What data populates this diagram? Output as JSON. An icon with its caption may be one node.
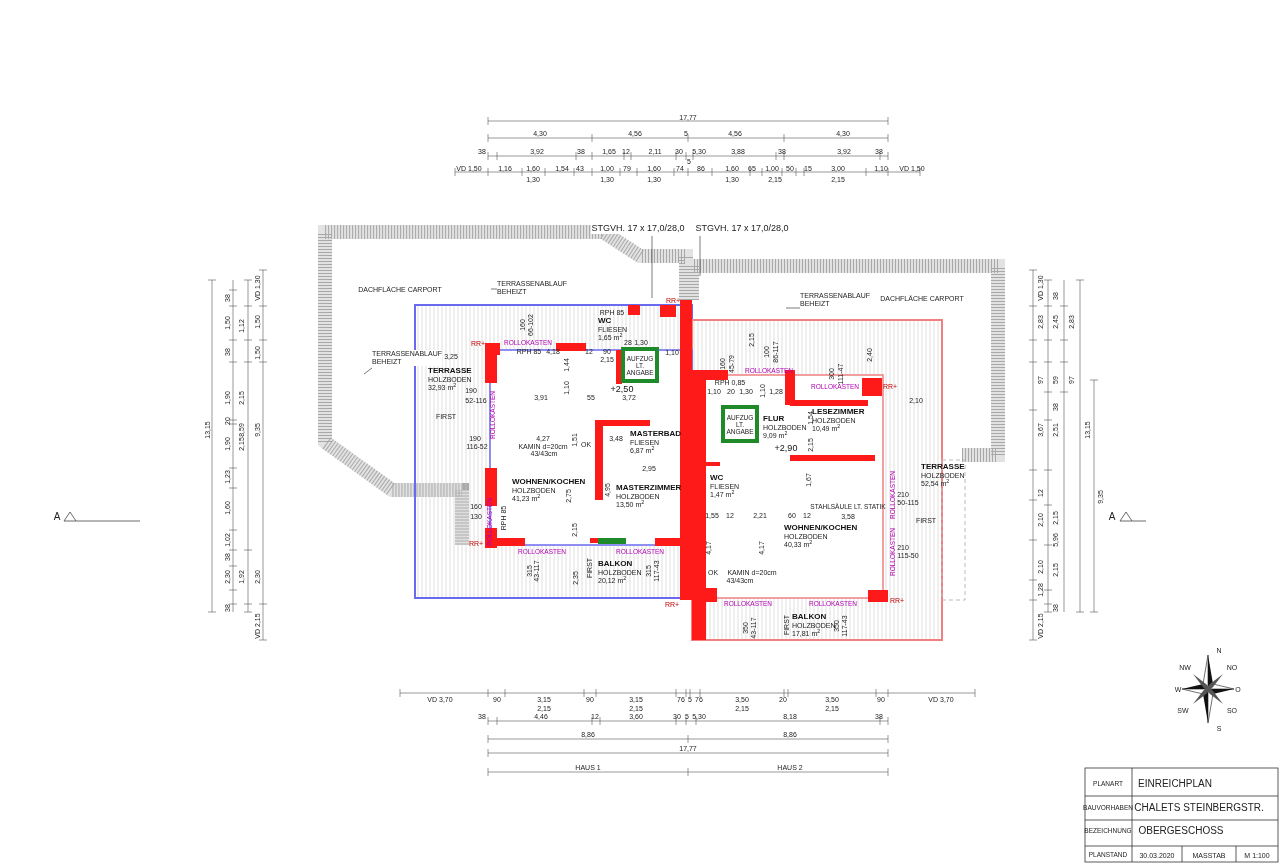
{
  "diagram": {
    "nodes": [
      {
        "text": [
          "TERRASSE",
          "HOLZBODEN",
          "32,93 m$^{2}$"
        ]
      },
      {
        "text": [
          "WC",
          "FLIESEN",
          "1,65 m$^{2}$"
        ]
      },
      {
        "text": [
          "AUFZUG LT. ANGABE"
        ]
      },
      {
        "text": [
          "MASTERBAD",
          "FLIESEN",
          "6,87 m$^{2}$"
        ]
      },
      {
        "text": [
          "WOHNEN/KOCHEN",
          "HOLZBODEN",
          "41,23 m$^{2}$"
        ]
      },
      {
        "text": [
          "MASTERZIMMER",
          "HOLZBODEN",
          "13,50 m$^{2}$"
        ]
      },
      {
        "text": [
          "BALKON",
          "HOLZBODEN",
          "20,12 m$^{2}$"
        ]
      },
      {
        "text": [
          "FLUR",
          "HOLZBODEN",
          "9,09 m$^{2}$"
        ]
      },
      {
        "text": [
          "AUFZUG LT. ANGABE"
        ]
      },
      {
        "text": [
          "LESEZIMMER",
          "HOLZBODEN",
          "10,49 m$^{2}$"
        ]
      },
      {
        "text": [
          "WC",
          "FLIESEN",
          "1,47 m$^{2}$"
        ]
      },
      {
        "text": [
          "TERRASSE",
          "HOLZBODEN",
          "52,54 m$^{2}$"
        ]
      },
      {
        "text": [
          "WOHNEN/KOCHEN",
          "HOLZBODEN",
          "40,33 m$^{2}$"
        ]
      },
      {
        "text": [
          "BALKON",
          "HOLZBODEN",
          "17,81 m$^{2}$"
        ]
      },
      {
        "text": [
          "TERRASSENABLAUF BEHEIZT"
        ]
      },
      {
        "text": [
          "TERRASSENABLAUF BEHEIZT"
        ]
      },
      {
        "text": [
          "TERRASSENABLAUF BEHEIZT"
        ]
      },
      {
        "text": [
          "STGVH. 17 x 17,0/28,0"
        ]
      },
      {
        "text": [
          "STGVH. 17 x 17,0/28,0"
        ]
      }
    ],
    "edges": [
      {
        "from": 14,
        "to": null,
        "arrow": "none"
      },
      {
        "from": 15,
        "to": null,
        "arrow": "none"
      },
      {
        "from": 16,
        "to": null,
        "arrow": "none"
      },
      {
        "from": 17,
        "to": null,
        "arrow": "none"
      },
      {
        "from": 18,
        "to": null,
        "arrow": "none"
      }
    ],
    "labels": [
      "17,77",
      "4,30",
      "4,56",
      "5",
      "4,56",
      "4,30",
      "38",
      "3,92",
      "38",
      "1,65",
      "12",
      "2,11",
      "30",
      "5,30",
      "3,88",
      "38",
      "3,92",
      "38",
      "5",
      "VD 1,50",
      "1,16",
      "1,60",
      "1,54",
      "43",
      "1,00",
      "79",
      "1,60",
      "74",
      "86",
      "1,60",
      "65",
      "1,00",
      "50",
      "15",
      "3,00",
      "1,10",
      "VD 1,50",
      "1,30",
      "1,30",
      "1,30",
      "1,30",
      "2,15",
      "2,15",
      "VD 3,70",
      "90",
      "3,15",
      "90",
      "3,15",
      "76",
      "5",
      "76",
      "3,50",
      "20",
      "3,50",
      "90",
      "VD 3,70",
      "2,15",
      "2,15",
      "2,15",
      "2,15",
      "38",
      "4,46",
      "12",
      "3,60",
      "30",
      "5",
      "5,30",
      "8,18",
      "38",
      "8,86",
      "8,86",
      "17,77",
      "HAUS 1",
      "HAUS 2",
      "38",
      "1,50",
      "38",
      "1,90",
      "20",
      "1,90",
      "1,23",
      "1,60",
      "1,02",
      "38",
      "2,30",
      "38",
      "1,12",
      "2,15",
      "8,59",
      "2,15",
      "1,92",
      "VD 1,30",
      "1,50",
      "1,50",
      "9,35",
      "2,30",
      "VD 2,15",
      "13,15",
      "VD 1,30",
      "2,83",
      "97",
      "3,67",
      "12",
      "2,10",
      "2,10",
      "1,28",
      "VD 2,15",
      "38",
      "2,45",
      "59",
      "38",
      "2,51",
      "2,15",
      "5,96",
      "2,15",
      "38",
      "2,83",
      "97",
      "13,15",
      "9,35",
      "A",
      "A",
      "DACHFLÄCHE CARPORT",
      "DACHFLÄCHE CARPORT",
      "RR+",
      "RR+",
      "160",
      "66-102",
      "ROLLOKASTEN",
      "RPH 85",
      "4,18",
      "12",
      "90",
      "2,15",
      "28",
      "1,30",
      "1,10",
      "RPH 85",
      "3,25",
      "1,44",
      "3,91",
      "1,10",
      "55",
      "+2,50",
      "3,72",
      "190",
      "52-116",
      "ROLLOKASTEN",
      "FIRST",
      "190",
      "116-52",
      "4,27",
      "KAMIN d=20cm",
      "43/43cm",
      "1,51",
      "OK",
      "3,48",
      "2,95",
      "4,95",
      "2,75",
      "160",
      "130",
      "RPH 85",
      "ROLLOKASTEN",
      "2,15",
      "RR+",
      "ROLLOKASTEN",
      "ROLLOKASTEN",
      "315",
      "43-117",
      "2,35",
      "FIRST",
      "315",
      "117-43",
      "RR+",
      "2,15",
      "160",
      "45-79",
      "100",
      "86-117",
      "ROLLOKASTEN",
      "300",
      "111-47",
      "2,40",
      "ROLLOKASTEN",
      "RR+",
      "RPH 0,85",
      "1,10",
      "20",
      "1,30",
      "1,10",
      "1,28",
      "2,10",
      "1,54",
      "+2,90",
      "2,15",
      "1,67",
      "STAHLSÄULE LT. STATIK",
      "1,55",
      "12",
      "2,21",
      "60",
      "12",
      "3,58",
      "210",
      "50-115",
      "FIRST",
      "210",
      "115-50",
      "ROLLOKASTEN",
      "ROLLOKASTEN",
      "4,17",
      "4,17",
      "OK",
      "KAMIN d=20cm",
      "43/43cm",
      "RR+",
      "ROLLOKASTEN",
      "ROLLOKASTEN",
      "350",
      "43-117",
      "FIRST",
      "350",
      "117-43",
      "N",
      "NO",
      "O",
      "SO",
      "S",
      "SW",
      "W",
      "NW",
      "PLANART",
      "EINREICHPLAN",
      "BAUVORHABEN",
      "CHALETS STEINBERGSTR.",
      "BEZEICHNUNG",
      "OBERGESCHOSS",
      "PLANSTAND",
      "30.03.2020",
      "MASSTAB",
      "M 1:100"
    ]
  }
}
